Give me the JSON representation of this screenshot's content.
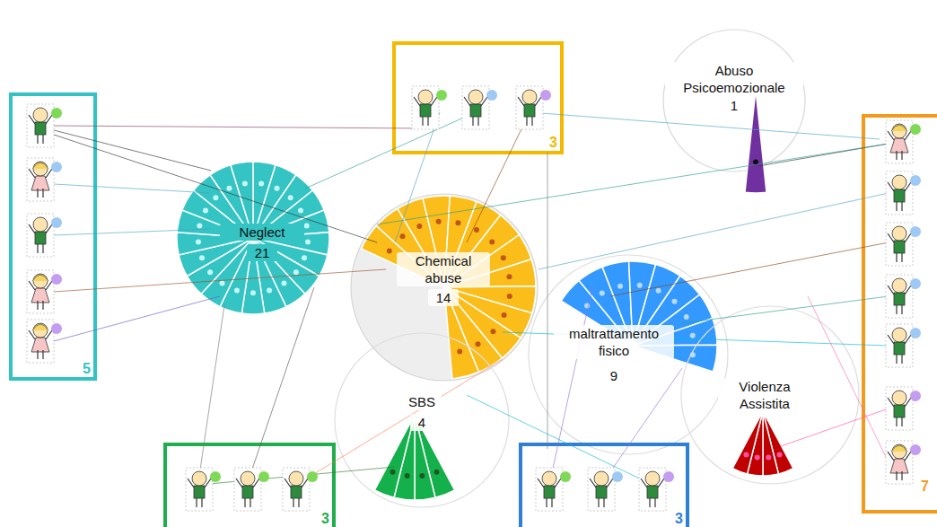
{
  "diagram": {
    "nodes": [
      {
        "text": [
          "3"
        ]
      },
      {
        "text": [
          "Abuso Psicoemozionale",
          "1"
        ]
      },
      {
        "text": [
          "5"
        ]
      },
      {
        "text": [
          "7"
        ]
      },
      {
        "text": [
          "Neglect",
          "21"
        ]
      },
      {
        "text": [
          "Chemical abuse",
          "14"
        ]
      },
      {
        "text": [
          "maltrattamento fisico",
          "9"
        ]
      },
      {
        "text": [
          "Violenza Assistita"
        ]
      },
      {
        "text": [
          "SBS",
          "4"
        ]
      },
      {
        "text": [
          "3"
        ]
      },
      {
        "text": [
          "3"
        ]
      }
    ]
  }
}
